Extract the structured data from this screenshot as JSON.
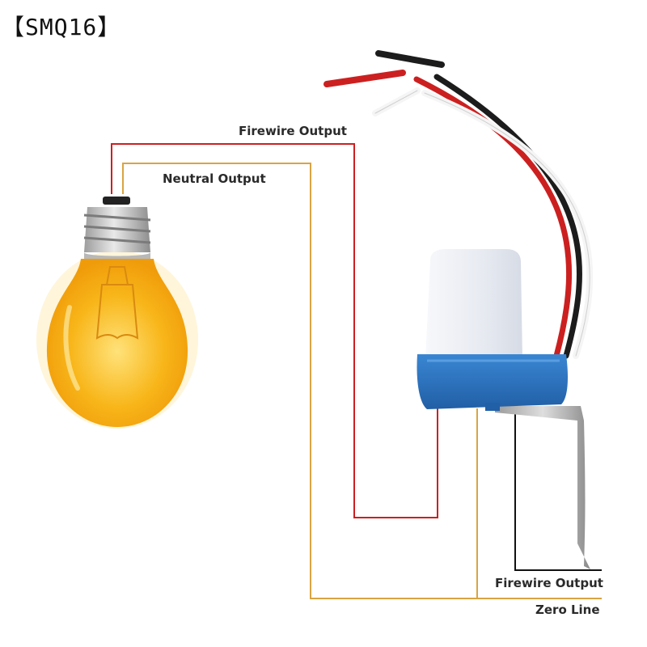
{
  "brand": {
    "text": "【SMQ16】"
  },
  "labels": {
    "firewire_output_top": "Firewire Output",
    "neutral_output": "Neutral Output",
    "firewire_output_bottom": "Firewire Output",
    "zero_line": "Zero Line"
  },
  "colors": {
    "firewire_wire": "#cc2020",
    "neutral_wire": "#d9a441",
    "zero_wire": "#111111",
    "sensor_base": "#2e78c4",
    "sensor_cap": "#eef1f6",
    "bulb_glass": "#f6b317",
    "bulb_base": "#c9c9c9"
  },
  "icons": {
    "bulb": "light-bulb-icon",
    "sensor": "photocell-sensor-icon"
  }
}
